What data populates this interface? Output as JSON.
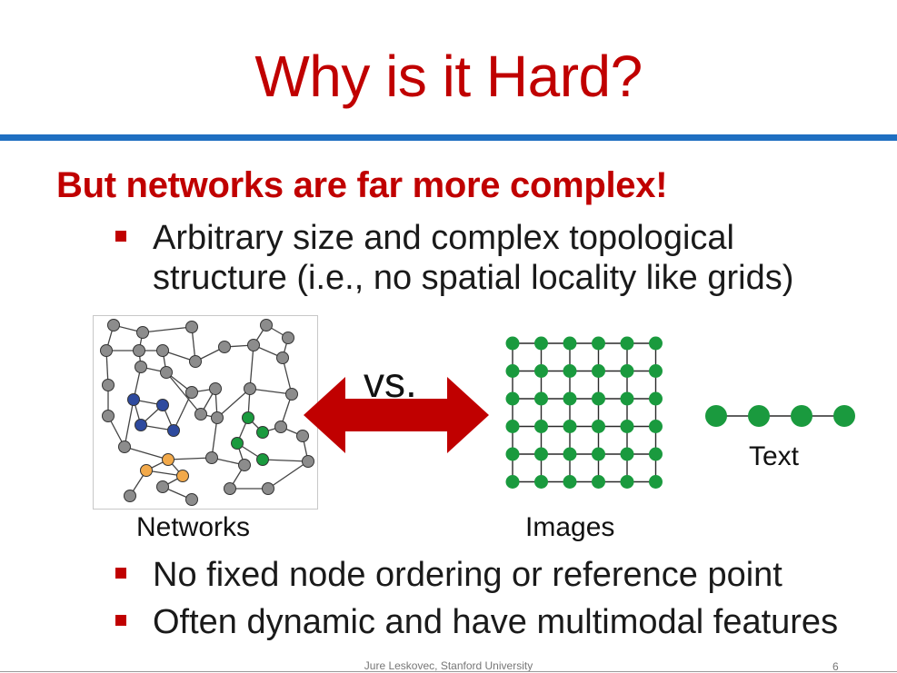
{
  "slide": {
    "title": "Why is it Hard?",
    "headline": "But networks are far more complex!",
    "bullets": [
      {
        "line1": "Arbitrary size and complex topological",
        "line2": "structure (i.e., no spatial locality like grids)"
      },
      {
        "line1": "No fixed node ordering or reference point"
      },
      {
        "line1": "Often dynamic and have multimodal features"
      }
    ]
  },
  "figure": {
    "networks_label": "Networks",
    "vs_label": "vs.",
    "images_label": "Images",
    "text_label": "Text",
    "image_grid": {
      "rows": 6,
      "cols": 6
    },
    "text_sequence_nodes": 4
  },
  "footer": {
    "author": "Jure Leskovec, Stanford University",
    "page": "6"
  },
  "colors": {
    "title_red": "#c00000",
    "rule_blue": "#1f6fc1",
    "node_gray": "#8c8c8c",
    "node_blue": "#2e4a9e",
    "node_orange": "#f2a94a",
    "node_green": "#1a9a3e",
    "node_red": "#e0202e",
    "grid_green": "#1a9a3e",
    "arrow_red": "#c00000"
  }
}
